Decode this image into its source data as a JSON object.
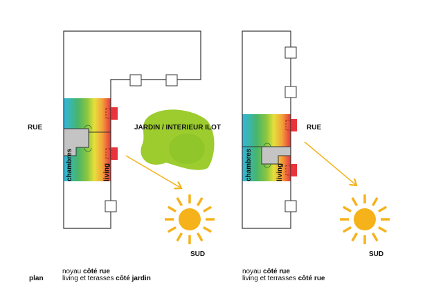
{
  "labels": {
    "rue_left": "RUE",
    "rue_right": "RUE",
    "jardin": "JARDIN / INTERIEUR ILOT",
    "sud_left": "SUD",
    "sud_right": "SUD",
    "chambres_left": "chambres",
    "living_left": "living",
    "chambres_right": "chambres",
    "living_right": "living"
  },
  "captions": {
    "plan": "plan",
    "left": {
      "line1_a": "noyau ",
      "line1_b": "côté rue",
      "line2_a": "living et terasses ",
      "line2_b": "côté jardin"
    },
    "right": {
      "line1_a": "noyau ",
      "line1_b": "côté rue",
      "line2_a": "living et terrasses ",
      "line2_b": "côté rue"
    }
  },
  "colors": {
    "sun": "#f5b21b",
    "garden": "#9ccc2e",
    "red": "#e8343c",
    "core": "#c4c4c4",
    "gradient": [
      "#2fb6e0",
      "#48b56a",
      "#8cc63f",
      "#e6df3a",
      "#f3a33a",
      "#e8343c"
    ]
  }
}
